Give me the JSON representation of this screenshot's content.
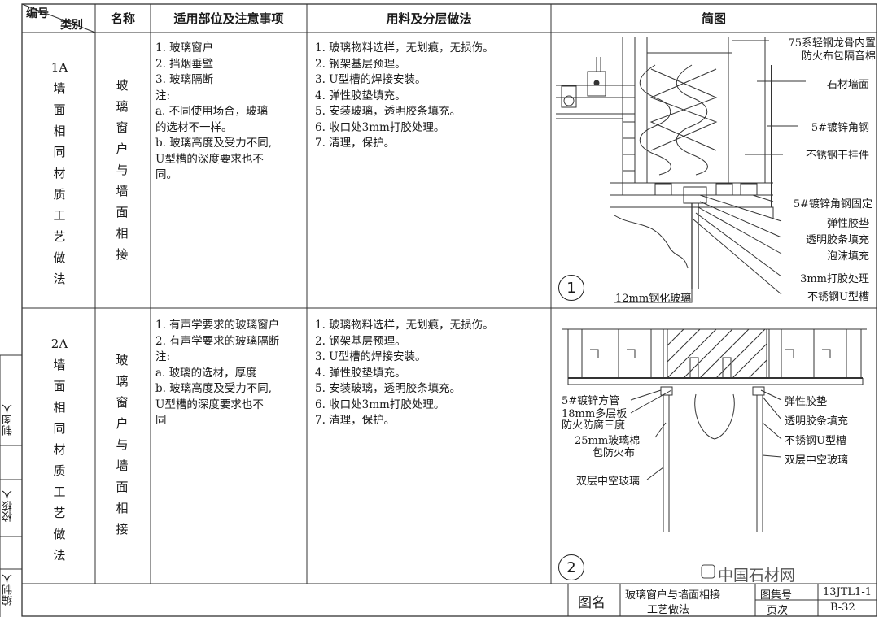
{
  "header": {
    "code": "编号",
    "category": "类别",
    "name": "名称",
    "scope": "适用部位及注意事项",
    "materials": "用料及分层做法",
    "sketch": "简图"
  },
  "rows": [
    {
      "code_lines": [
        "1A",
        "墙",
        "面",
        "相",
        "同",
        "材",
        "质",
        "工",
        "艺",
        "做",
        "法"
      ],
      "name_lines": [
        "玻",
        "璃",
        "窗",
        "户",
        "与",
        "墙",
        "面",
        "相",
        "接"
      ],
      "scope": [
        "1. 玻璃窗户",
        "2. 挡烟垂壁",
        "3. 玻璃隔断",
        "注:",
        "a. 不同使用场合，玻璃",
        "    的选材不一样。",
        "b. 玻璃高度及受力不同,",
        "    U型槽的深度要求也不",
        "    同。"
      ],
      "materials": [
        "1. 玻璃物料选样，无划痕，无损伤。",
        "2. 钢架基层预理。",
        "3. U型槽的焊接安装。",
        "4. 弹性胶垫填充。",
        "5. 安装玻璃，透明胶条填充。",
        "6. 收口处3mm打胶处理。",
        "7. 清理，保护。"
      ],
      "diagram": {
        "number": "1",
        "labels": [
          "75系轻钢龙骨内置",
          "防火布包隔音棉",
          "石材墙面",
          "5#镀锌角钢",
          "不锈钢干挂件",
          "5#镀锌角钢固定",
          "弹性胶垫",
          "透明胶条填充",
          "泡沫填充",
          "3mm打胶处理",
          "不锈钢U型槽",
          "12mm钢化玻璃"
        ]
      }
    },
    {
      "code_lines": [
        "2A",
        "墙",
        "面",
        "相",
        "同",
        "材",
        "质",
        "工",
        "艺",
        "做",
        "法"
      ],
      "name_lines": [
        "玻",
        "璃",
        "窗",
        "户",
        "与",
        "墙",
        "面",
        "相",
        "接"
      ],
      "scope": [
        "1. 有声学要求的玻璃窗户",
        "2. 有声学要求的玻璃隔断",
        "注:",
        "a. 玻璃的选材，厚度",
        "b. 玻璃高度及受力不同,",
        "    U型槽的深度要求也不",
        "    同"
      ],
      "materials": [
        "1. 玻璃物料选样，无划痕，无损伤。",
        "2. 钢架基层预理。",
        "3. U型槽的焊接安装。",
        "4. 弹性胶垫填充。",
        "5. 安装玻璃，透明胶条填充。",
        "6. 收口处3mm打胶处理。",
        "7. 清理，保护。"
      ],
      "diagram": {
        "number": "2",
        "left_labels": [
          "5#镀锌方管",
          "18mm多层板",
          "防火防腐三度",
          "25mm玻璃棉",
          "包防火布",
          "双层中空玻璃"
        ],
        "right_labels": [
          "弹性胶垫",
          "透明胶条填充",
          "不锈钢U型槽",
          "双层中空玻璃"
        ]
      }
    }
  ],
  "side": {
    "drawn_by": "制图人",
    "checked_by": "校核人",
    "compiled_by": "编制人"
  },
  "title_block": {
    "drawing_name_label": "图名",
    "drawing_name": [
      "玻璃窗户与墙面相接",
      "工艺做法"
    ],
    "atlas_no_label": "图集号",
    "atlas_no": "13JTL1-1",
    "page_label": "页次",
    "page": "B-32"
  },
  "watermark": "中国石材网"
}
